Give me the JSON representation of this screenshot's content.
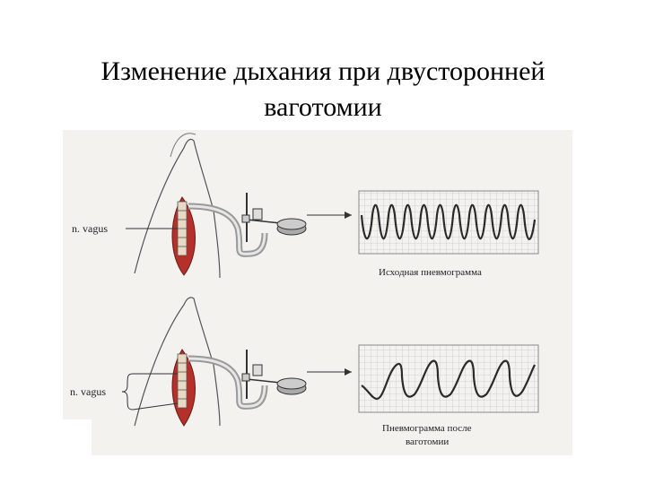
{
  "slide": {
    "title_line1": "Изменение дыхания при двусторонней",
    "title_line2": "ваготомии"
  },
  "figure": {
    "top_panel": {
      "nerve_label": "n. vagus",
      "caption": "Исходная пневмограмма"
    },
    "bottom_panel": {
      "nerve_label": "n. vagus",
      "caption_line1": "Пневмограмма  после",
      "caption_line2": "ваготомии"
    }
  },
  "colors": {
    "background": "#ffffff",
    "figure_background": "#f3f2ee",
    "wound_red": "#b5302a",
    "trace": "#2a2a2a"
  }
}
